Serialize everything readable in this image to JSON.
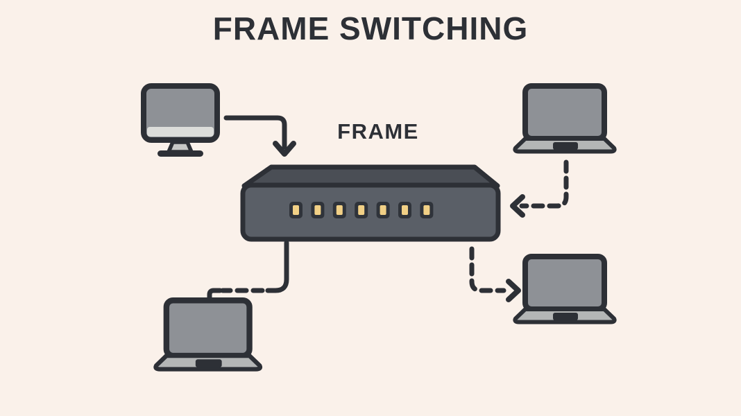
{
  "title": "FRAME SWITCHING",
  "switch": {
    "label": "FRAME",
    "port_count": 7
  },
  "colors": {
    "background": "#faf1ea",
    "outline": "#2d3036",
    "switch_front": "#5a5f67",
    "switch_top": "#4a4e55",
    "port_slot": "#2f333a",
    "port_led": "#f1d086",
    "screen": "#8e9196",
    "device_base": "#b4b6b6",
    "monitor_strip": "#dcddda",
    "stand": "#c7c8c6"
  },
  "diagram": {
    "devices": [
      {
        "id": "desktop-top-left",
        "type": "desktop-computer"
      },
      {
        "id": "laptop-top-right",
        "type": "laptop"
      },
      {
        "id": "laptop-bottom-left",
        "type": "laptop"
      },
      {
        "id": "laptop-bottom-right",
        "type": "laptop"
      },
      {
        "id": "network-switch",
        "type": "switch",
        "ports": 7
      }
    ],
    "connections": [
      {
        "from": "desktop-top-left",
        "to": "network-switch",
        "line": "solid",
        "arrowhead": true
      },
      {
        "from": "laptop-top-right",
        "to": "network-switch",
        "line": "dashed",
        "arrowhead": true
      },
      {
        "from": "network-switch",
        "to": "laptop-bottom-left",
        "line": "dashed",
        "arrowhead": false
      },
      {
        "from": "network-switch",
        "to": "laptop-bottom-right",
        "line": "dashed",
        "arrowhead": true
      }
    ]
  }
}
